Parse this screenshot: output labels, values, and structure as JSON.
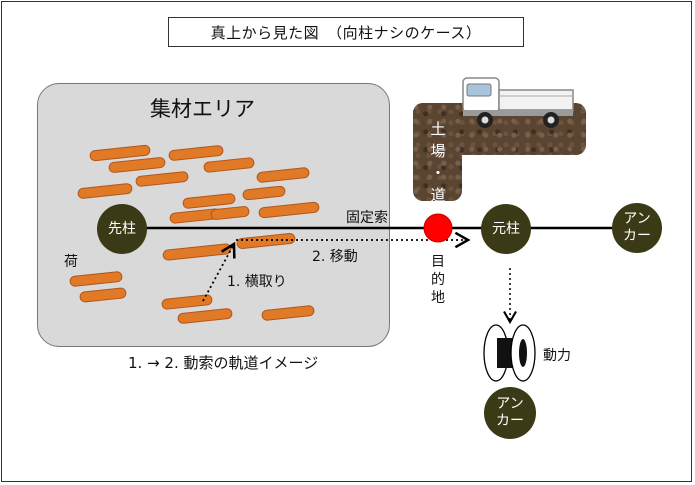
{
  "title": "真上から見た図　（向柱ナシのケース）",
  "area_label": "集材エリア",
  "road_label": [
    "土",
    "場",
    "・",
    "道"
  ],
  "nodes": {
    "saki_bashira": "先柱",
    "moto_bashira": "元柱",
    "anchor_right": [
      "アン",
      "カー"
    ],
    "anchor_bottom": [
      "アン",
      "カー"
    ]
  },
  "labels": {
    "kotei_saku": "固定索",
    "mokuteki_chi": [
      "目",
      "的",
      "地"
    ],
    "ni": "荷",
    "yokodori": "1. 横取り",
    "idou": "2. 移動",
    "douryoku": "動力",
    "caption": "1. → 2. 動索の軌道イメージ"
  },
  "colors": {
    "log": "#e07a26",
    "log_edge": "#b4561a",
    "node": "#3a3a17",
    "target": "#ff0000",
    "area": "#d9d9d9",
    "road": "#5a4432"
  }
}
